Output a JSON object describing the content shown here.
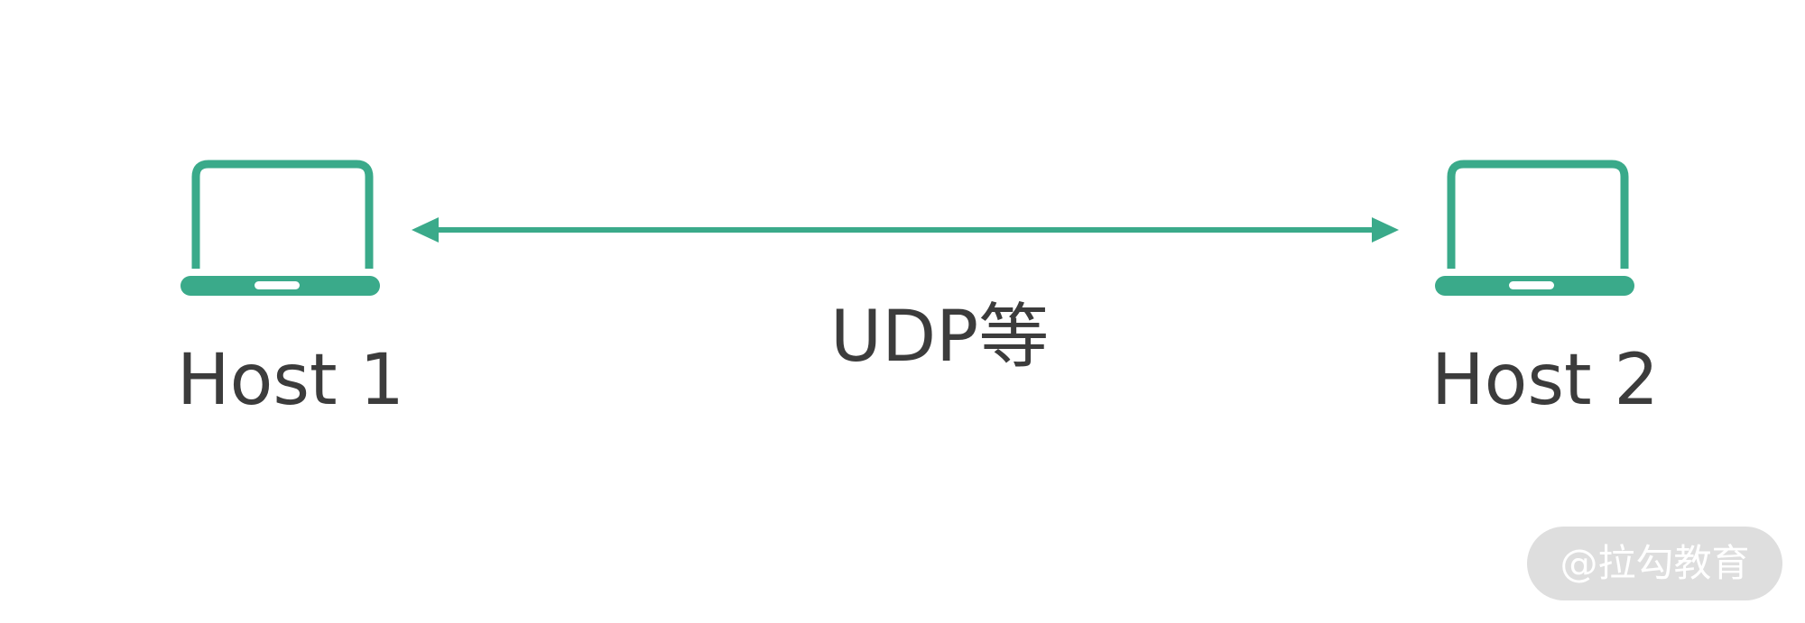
{
  "hosts": [
    {
      "label": "Host 1",
      "icon": "laptop-icon"
    },
    {
      "label": "Host 2",
      "icon": "laptop-icon"
    }
  ],
  "link": {
    "label": "UDP等",
    "arrow": "bidirectional"
  },
  "watermark": {
    "text": "@拉勾教育"
  },
  "colors": {
    "accent": "#3aaa8a",
    "text": "#3c3c3c",
    "watermark_bg": "#dedede",
    "watermark_text": "#ffffff",
    "background": "#ffffff"
  }
}
